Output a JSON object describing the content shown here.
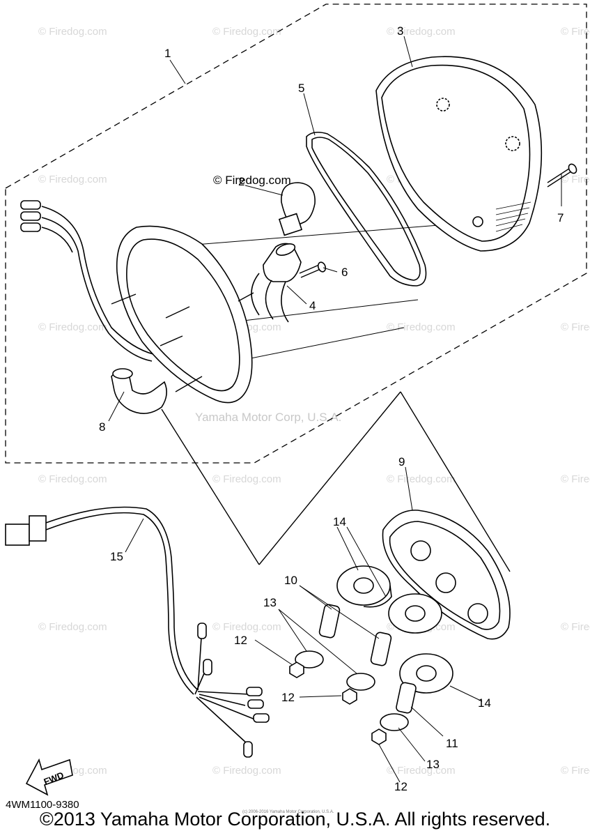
{
  "diagram": {
    "callouts": [
      {
        "id": "c1",
        "label": "1"
      },
      {
        "id": "c2",
        "label": "2"
      },
      {
        "id": "c3",
        "label": "3"
      },
      {
        "id": "c4",
        "label": "4"
      },
      {
        "id": "c5",
        "label": "5"
      },
      {
        "id": "c6",
        "label": "6"
      },
      {
        "id": "c7",
        "label": "7"
      },
      {
        "id": "c8",
        "label": "8"
      },
      {
        "id": "c9",
        "label": "9"
      },
      {
        "id": "c10",
        "label": "10"
      },
      {
        "id": "c11",
        "label": "11"
      },
      {
        "id": "c12a",
        "label": "12"
      },
      {
        "id": "c12b",
        "label": "12"
      },
      {
        "id": "c12c",
        "label": "12"
      },
      {
        "id": "c13a",
        "label": "13"
      },
      {
        "id": "c13b",
        "label": "13"
      },
      {
        "id": "c14a",
        "label": "14"
      },
      {
        "id": "c14b",
        "label": "14"
      },
      {
        "id": "c15",
        "label": "15"
      }
    ],
    "fwd_label": "FWD",
    "part_code": "4WM1100-9380",
    "watermark_text": "© Firedog.com",
    "center_watermark": "Yamaha Motor Corp, U.S.A.",
    "inline_watermark": "© Firedog.com",
    "tiny_copyright": "(c) 2006-2016 Yamaha Motor Corporation, U.S.A.",
    "copyright": "©2013 Yamaha Motor Corporation, U.S.A. All rights reserved."
  }
}
